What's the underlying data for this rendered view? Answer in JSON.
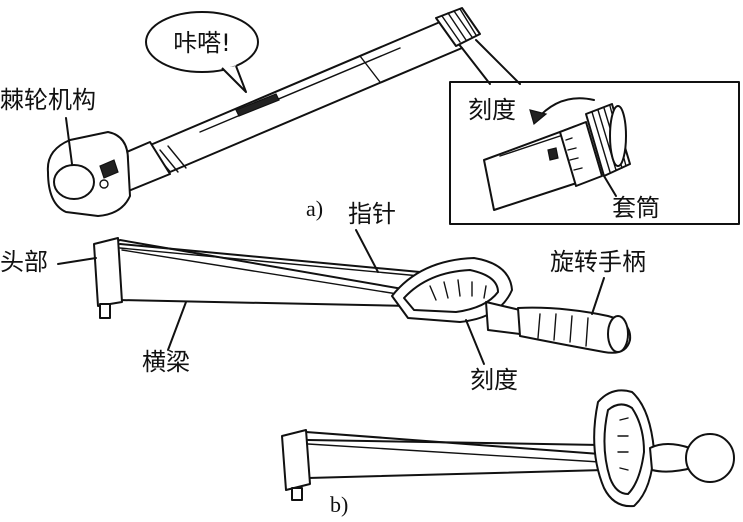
{
  "labels": {
    "click_bubble": "咔嗒!",
    "ratchet_mechanism": "棘轮机构",
    "scale_top": "刻度",
    "sleeve": "套筒",
    "caption_a": "a)",
    "pointer": "指针",
    "head": "头部",
    "rotating_handle": "旋转手柄",
    "beam": "横梁",
    "scale_bottom": "刻度",
    "caption_b": "b)"
  }
}
